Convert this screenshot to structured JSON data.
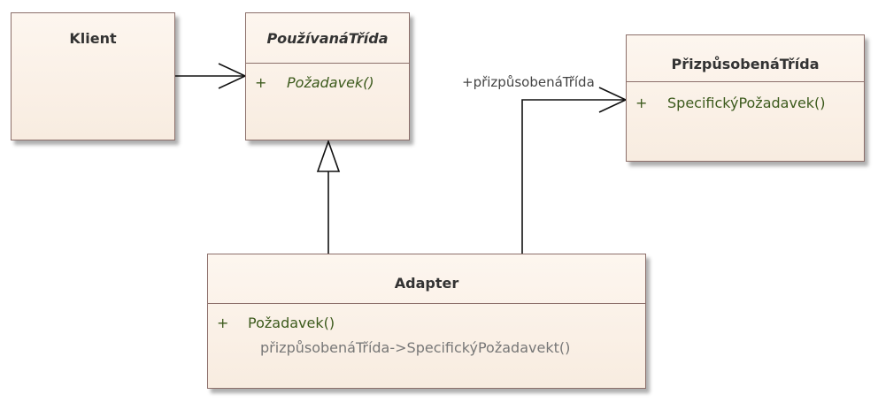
{
  "classes": {
    "klient": {
      "name": "Klient"
    },
    "pouzivana": {
      "name": "PoužívanáTřída",
      "operations": [
        {
          "visibility": "+",
          "name": "Požadavek()"
        }
      ]
    },
    "prizpusobena": {
      "name": "PřizpůsobenáTřída",
      "operations": [
        {
          "visibility": "+",
          "name": "SpecifickýPožadavek()"
        }
      ]
    },
    "adapter": {
      "name": "Adapter",
      "operations": [
        {
          "visibility": "+",
          "name": "Požadavek()",
          "note": "přizpůsobenáTřída->SpecifickýPožadavekt()"
        }
      ]
    }
  },
  "associations": {
    "adapter_to_prizpusobena": {
      "role": "+přizpůsobenáTřída"
    }
  },
  "colors": {
    "fill_top": "#fdf6ef",
    "fill_bottom": "#f8ece0",
    "border": "#8c6f6a",
    "operation_text": "#3c5a1c",
    "note_text": "#777777"
  }
}
